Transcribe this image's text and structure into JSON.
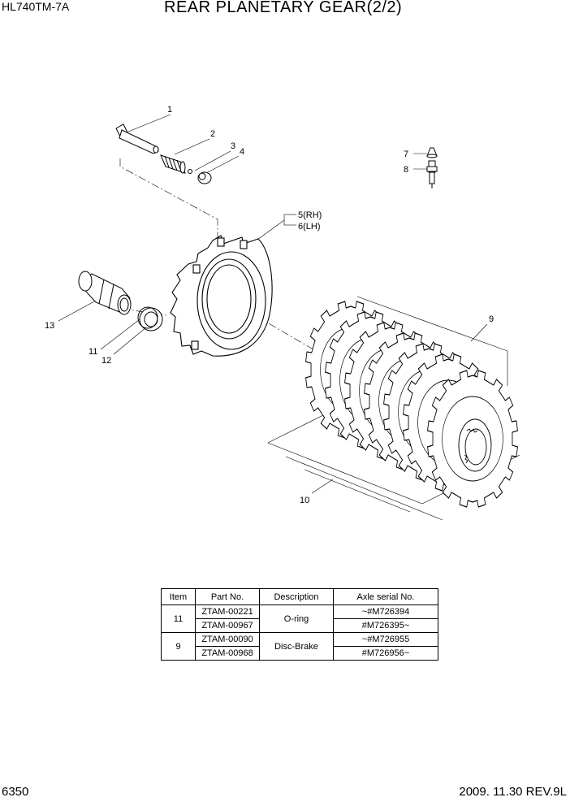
{
  "header": {
    "model": "HL740TM-7A",
    "title": "REAR PLANETARY GEAR(2/2)"
  },
  "footer": {
    "page": "6350",
    "revision": "2009. 11.30  REV.9L"
  },
  "callouts": {
    "c1": "1",
    "c2": "2",
    "c3": "3",
    "c4": "4",
    "c5": "5(RH)",
    "c6": "6(LH)",
    "c7": "7",
    "c8": "8",
    "c9": "9",
    "c10": "10",
    "c11": "11",
    "c12": "12",
    "c13": "13"
  },
  "parts_table": {
    "headers": [
      "Item",
      "Part No.",
      "Description",
      "Axle serial No."
    ],
    "groups": [
      {
        "item": "11",
        "description": "O-ring",
        "rows": [
          {
            "part_no": "ZTAM-00221",
            "serial": "~#M726394"
          },
          {
            "part_no": "ZTAM-00967",
            "serial": "#M726395~"
          }
        ]
      },
      {
        "item": "9",
        "description": "Disc-Brake",
        "rows": [
          {
            "part_no": "ZTAM-00090",
            "serial": "~#M726955"
          },
          {
            "part_no": "ZTAM-00968",
            "serial": "#M726956~"
          }
        ]
      }
    ]
  }
}
